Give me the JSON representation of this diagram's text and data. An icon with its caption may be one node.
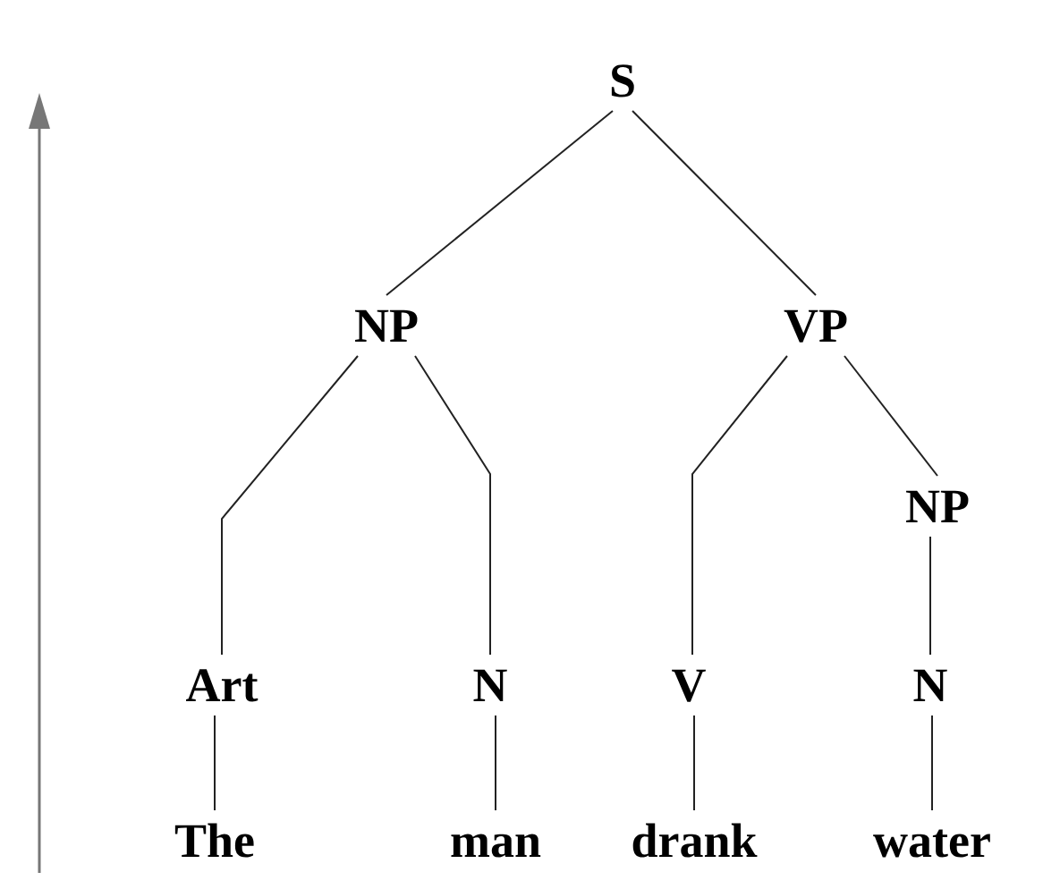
{
  "diagram": {
    "nodes": [
      {
        "text": [
          "S"
        ]
      },
      {
        "text": [
          "NP"
        ]
      },
      {
        "text": [
          "VP"
        ]
      },
      {
        "text": [
          "Art"
        ]
      },
      {
        "text": [
          "N"
        ]
      },
      {
        "text": [
          "V"
        ]
      },
      {
        "text": [
          "NP"
        ]
      },
      {
        "text": [
          "N"
        ]
      },
      {
        "text": [
          "The"
        ]
      },
      {
        "text": [
          "man"
        ]
      },
      {
        "text": [
          "drank"
        ]
      },
      {
        "text": [
          "water"
        ]
      }
    ],
    "edges": [
      {
        "from": 0,
        "to": 1,
        "arrow": "none"
      },
      {
        "from": 0,
        "to": 2,
        "arrow": "none"
      },
      {
        "from": 1,
        "to": 3,
        "arrow": "none"
      },
      {
        "from": 1,
        "to": 4,
        "arrow": "none"
      },
      {
        "from": 2,
        "to": 5,
        "arrow": "none"
      },
      {
        "from": 2,
        "to": 6,
        "arrow": "none"
      },
      {
        "from": 6,
        "to": 7,
        "arrow": "none"
      },
      {
        "from": 3,
        "to": 8,
        "arrow": "none"
      },
      {
        "from": 4,
        "to": 9,
        "arrow": "none"
      },
      {
        "from": 5,
        "to": 10,
        "arrow": "none"
      },
      {
        "from": 7,
        "to": 11,
        "arrow": "none"
      }
    ]
  }
}
